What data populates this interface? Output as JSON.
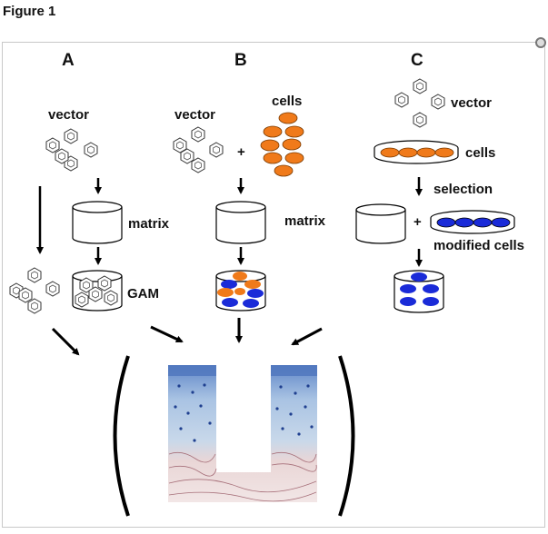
{
  "figure_title": "Figure 1",
  "panels": {
    "a": {
      "letter": "A",
      "vector": "vector",
      "matrix": "matrix",
      "gam": "GAM"
    },
    "b": {
      "letter": "B",
      "vector": "vector",
      "plus": "+",
      "cells": "cells",
      "matrix": "matrix"
    },
    "c": {
      "letter": "C",
      "vector": "vector",
      "cells": "cells",
      "selection": "selection",
      "plus": "+",
      "modified_cells": "modified cells"
    }
  },
  "colors": {
    "orange_cell": "#f07a1a",
    "blue_cell": "#1a2bd8",
    "cartilage_blue": "#8fb0d8",
    "bone_pink": "#e8c7c8"
  },
  "icons": [
    "vector-virus-icon",
    "gene-activated-matrix-icon",
    "cartilage-defect-histology-icon"
  ]
}
